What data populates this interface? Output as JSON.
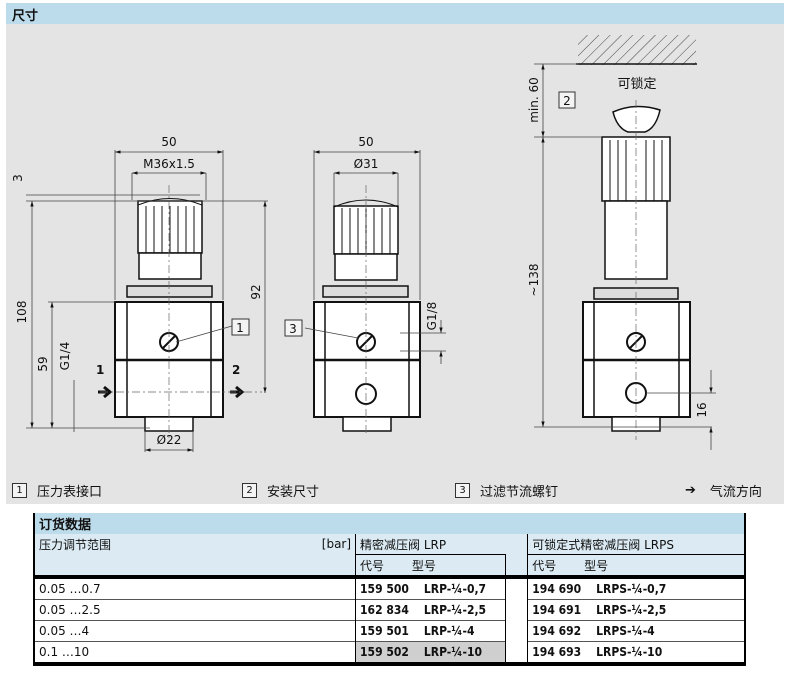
{
  "section_title": "尺寸",
  "drawing": {
    "fig1": {
      "width_label": "50",
      "thread_label": "M36x1.5",
      "top_offset": "3",
      "height_total": "108",
      "height_body": "59",
      "port_label": "G1/4",
      "height_92": "92",
      "port_in": "1",
      "port_out": "2",
      "bottom_dia": "Ø22",
      "callout": "1"
    },
    "fig2": {
      "width_label": "50",
      "knob_dia": "Ø31",
      "port_label": "G1/8",
      "callout": "3"
    },
    "fig3": {
      "clearance": "min. 60",
      "lockable": "可锁定",
      "height_total": "~138",
      "bottom_dim": "16",
      "callout": "2"
    }
  },
  "legend": [
    {
      "key": "1",
      "label": "压力表接口"
    },
    {
      "key": "2",
      "label": "安装尺寸"
    },
    {
      "key": "3",
      "label": "过滤节流螺钉"
    },
    {
      "key": "➔",
      "label": "气流方向"
    }
  ],
  "order_table": {
    "title": "订货数据",
    "col_range": "压力调节范围",
    "col_unit": "[bar]",
    "group1": "精密减压阀 LRP",
    "group2": "可锁定式精密减压阀 LRPS",
    "sub_code": "代号",
    "sub_type": "型号",
    "rows": [
      {
        "range": "0.05 …0.7",
        "lrp_code": "159 500",
        "lrp_type": "LRP-¼-0,7",
        "lrps_code": "194 690",
        "lrps_type": "LRPS-¼-0,7"
      },
      {
        "range": "0.05 …2.5",
        "lrp_code": "162 834",
        "lrp_type": "LRP-¼-2,5",
        "lrps_code": "194 691",
        "lrps_type": "LRPS-¼-2,5"
      },
      {
        "range": "0.05 …4",
        "lrp_code": "159 501",
        "lrp_type": "LRP-¼-4",
        "lrps_code": "194 692",
        "lrps_type": "LRPS-¼-4"
      },
      {
        "range": "0.1 …10",
        "lrp_code": "159 502",
        "lrp_type": "LRP-¼-10",
        "lrps_code": "194 693",
        "lrps_type": "LRPS-¼-10"
      }
    ]
  }
}
